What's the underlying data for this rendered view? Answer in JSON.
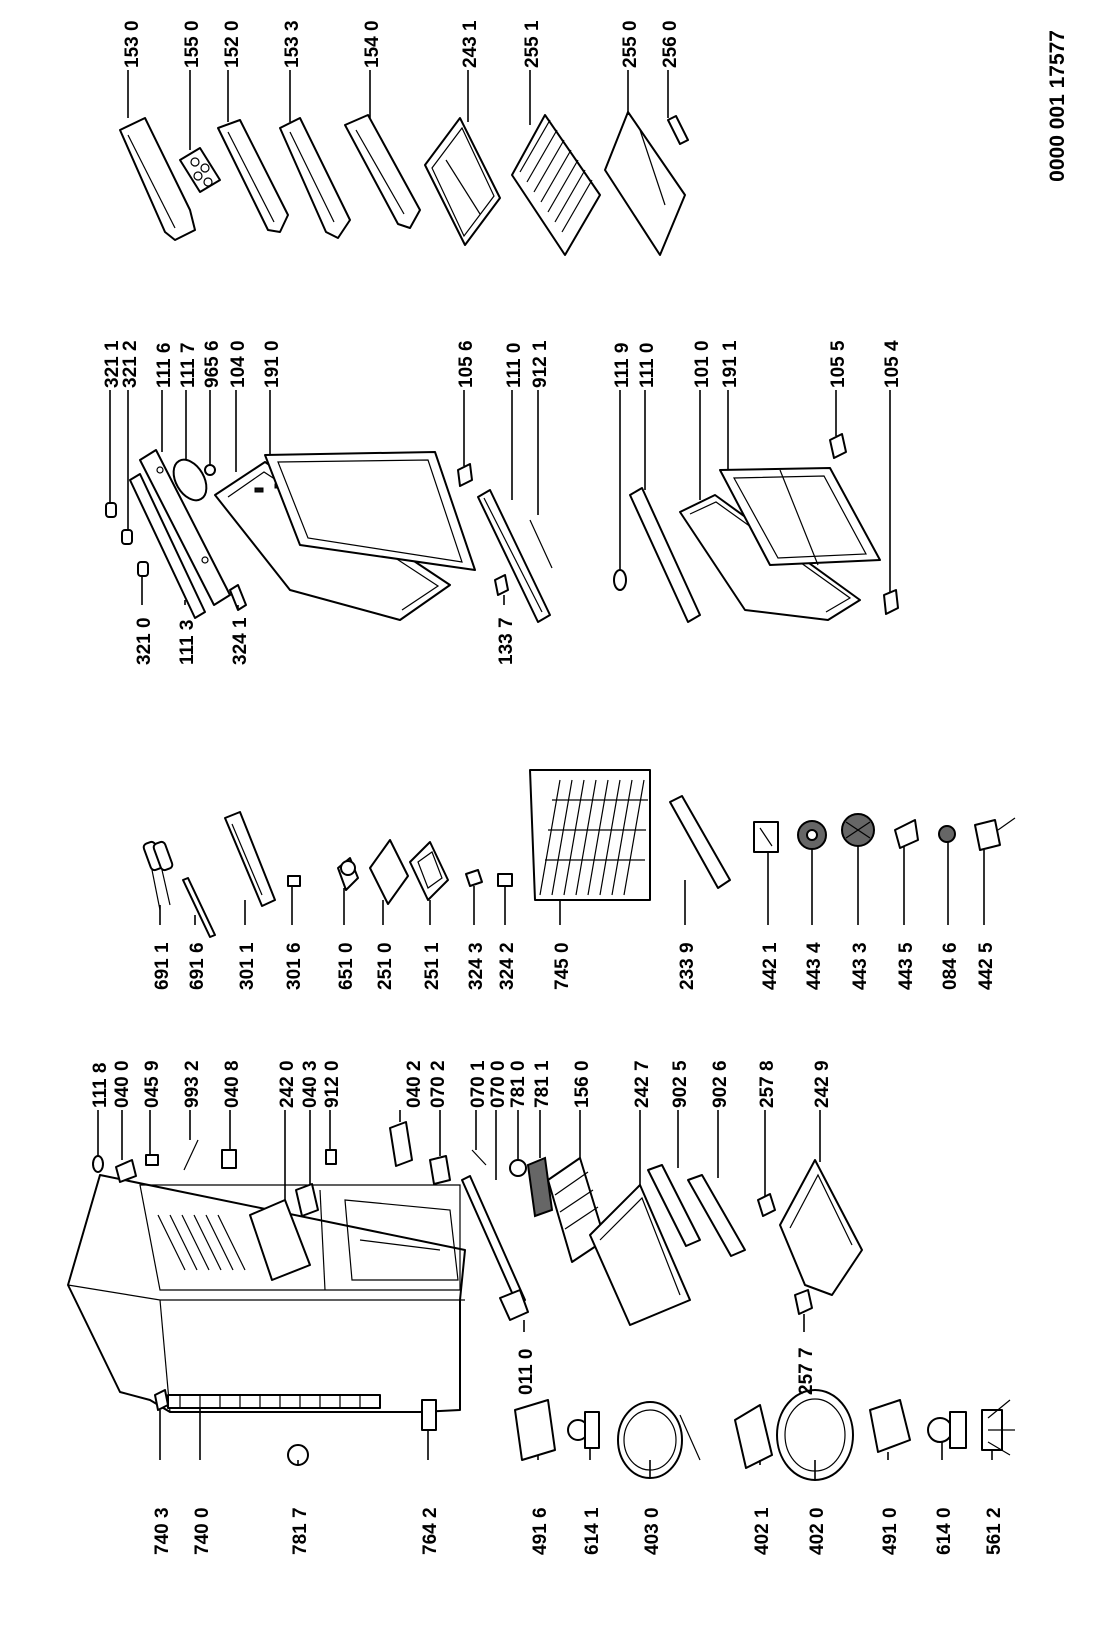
{
  "document_number": "0000 001 17577",
  "groups": {
    "accessories": [
      "153 0",
      "155 0",
      "152 0",
      "153 3",
      "154 0",
      "243 1",
      "255 1",
      "255 0",
      "256 0"
    ],
    "doors_top": [
      "321 1",
      "321 2",
      "111 6",
      "111 7",
      "965 6",
      "104 0",
      "191 0",
      "105 6",
      "111 0",
      "912 1"
    ],
    "doors_left": [
      "321 0",
      "111 3",
      "324 1",
      "133 7"
    ],
    "doors_bottom": [
      "111 9",
      "111 0",
      "101 0",
      "191 1",
      "105 5",
      "105 4"
    ],
    "evaporator_parts": [
      "691 1",
      "691 6",
      "301 1",
      "301 6",
      "651 0",
      "251 0",
      "251 1",
      "324 3",
      "324 2",
      "745 0",
      "233 9",
      "442 1",
      "443 4",
      "443 3",
      "443 5",
      "084 6",
      "442 5"
    ],
    "cabinet_top": [
      "111 8",
      "040 0",
      "045 9",
      "993 2",
      "040 8",
      "242 0",
      "040 3",
      "912 0",
      "040 2",
      "070 2",
      "070 1",
      "070 0",
      "781 0",
      "781 1",
      "156 0",
      "242 7",
      "902 5",
      "902 6",
      "257 8",
      "242 9"
    ],
    "cabinet_left": [
      "740 3",
      "740 0",
      "781 7",
      "764 2",
      "491 6",
      "614 1",
      "403 0",
      "402 1",
      "402 0",
      "491 0",
      "614 0",
      "561 2"
    ],
    "cabinet_bottom": [
      "011 0",
      "257 7"
    ]
  }
}
